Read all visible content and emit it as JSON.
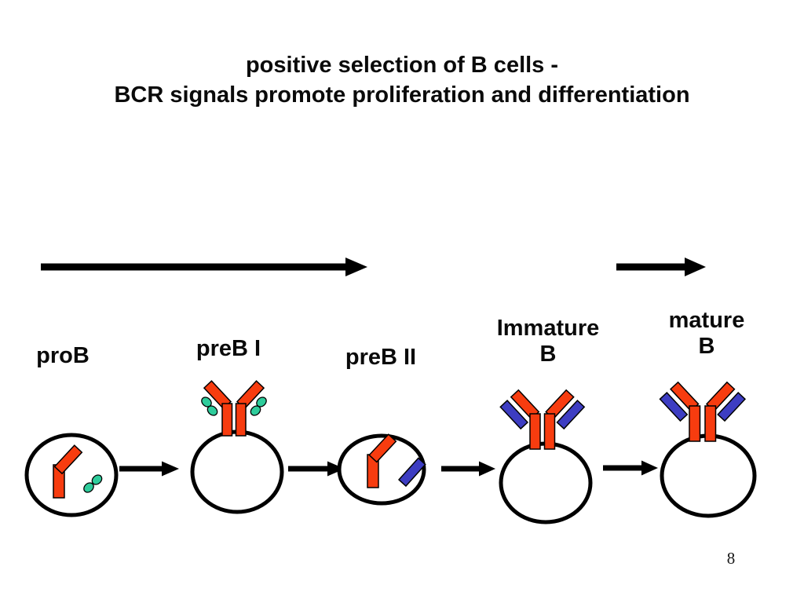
{
  "title": {
    "line1": "positive selection of B cells -",
    "line2": "BCR signals promote proliferation and differentiation"
  },
  "stages": [
    {
      "id": "proB",
      "label": "proB"
    },
    {
      "id": "preB-I",
      "label": "preB I"
    },
    {
      "id": "preB-II",
      "label": "preB II"
    },
    {
      "id": "immature-B",
      "label": "Immature\nB"
    },
    {
      "id": "mature-B",
      "label": "mature\nB"
    }
  ],
  "colors": {
    "heavy_chain_red": "#f73c0f",
    "light_chain_blue": "#3d3dc2",
    "surrogate_teal": "#2ecc9b",
    "arrow_black": "#000000",
    "cell_fill": "#ffffff"
  },
  "page_number": "8"
}
